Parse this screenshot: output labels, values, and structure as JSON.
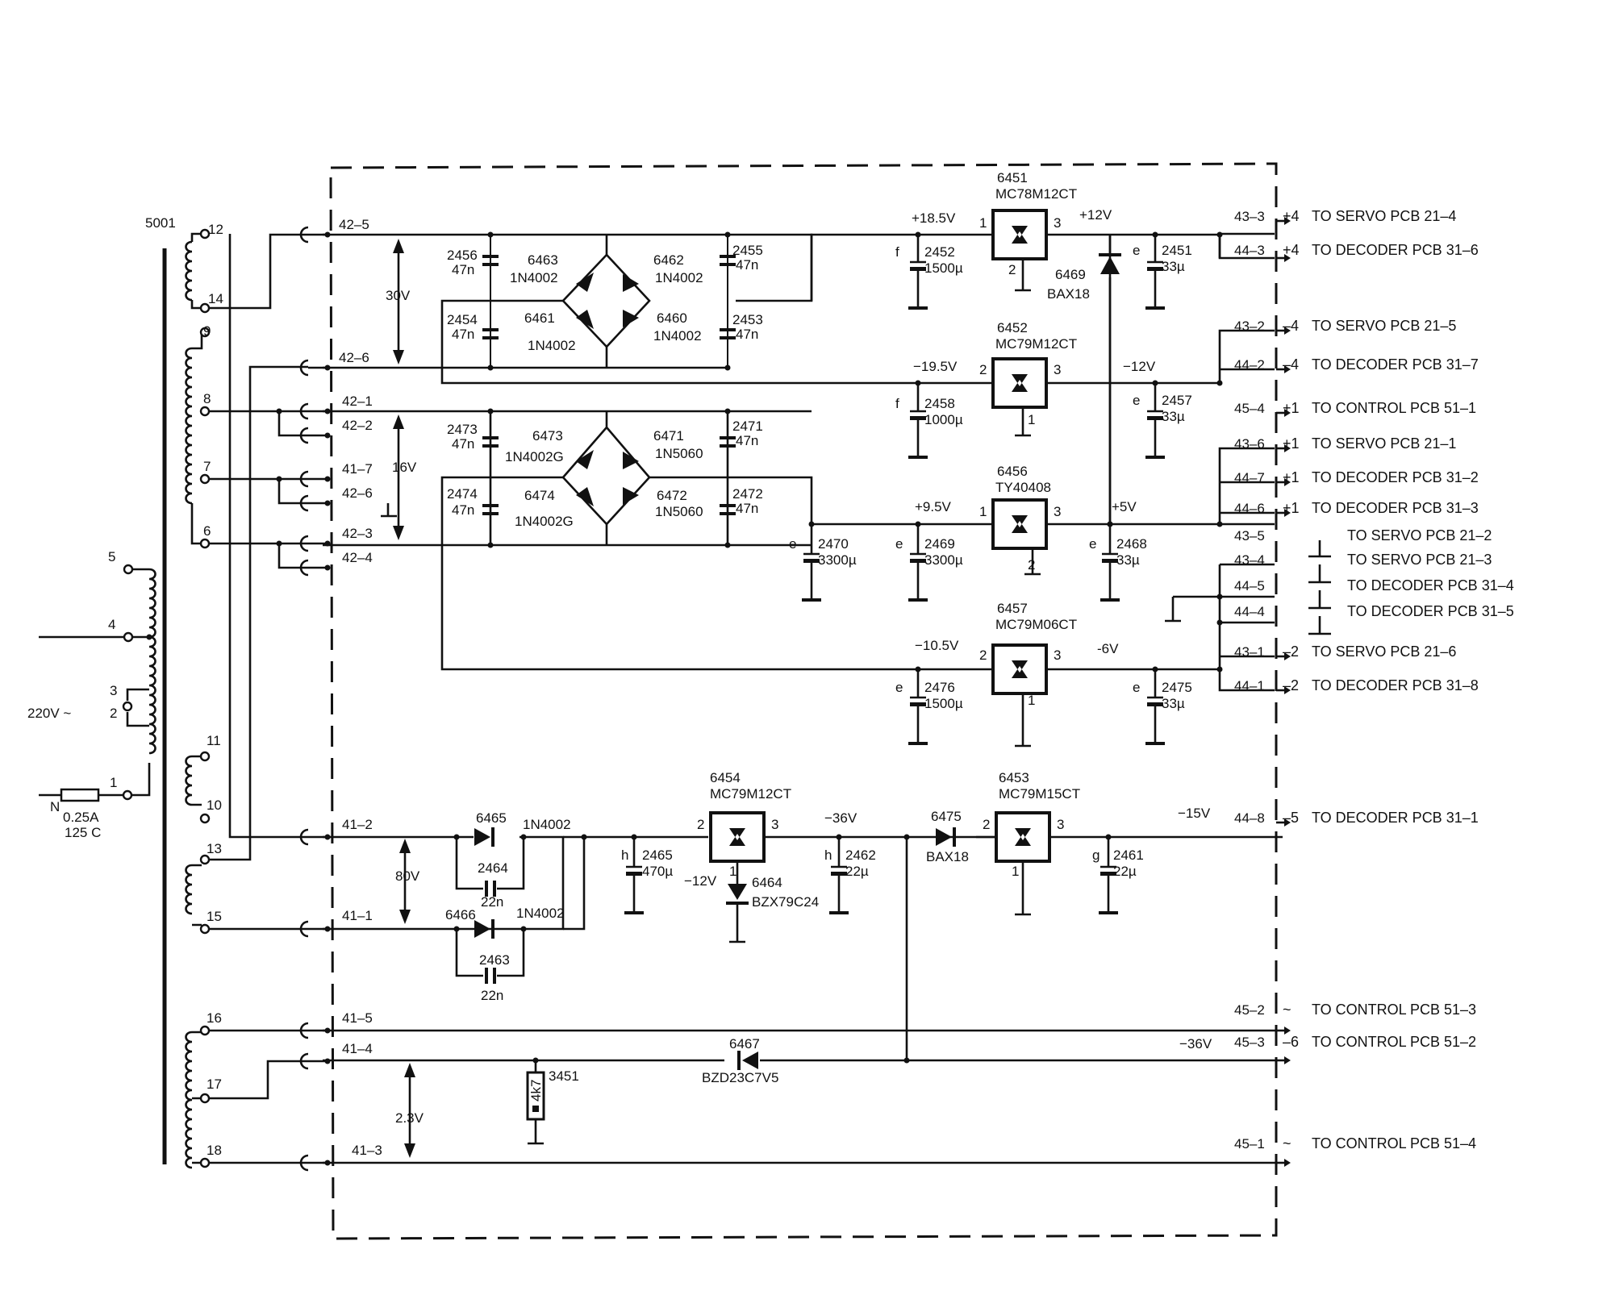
{
  "transformer": {
    "ref": "5001",
    "mains": "220V ~",
    "fuse": "0.25A",
    "fuse_type": "125  C",
    "neutral": "N",
    "primary_pins": [
      "5",
      "4",
      "3",
      "2",
      "1"
    ],
    "secondary_pins": [
      "12",
      "14",
      "9",
      "8",
      "7",
      "6",
      "11",
      "10",
      "13",
      "15",
      "16",
      "17",
      "18"
    ]
  },
  "connectors_in": [
    "42–5",
    "42–6",
    "42–1",
    "42–2",
    "41–7",
    "42–6",
    "42–3",
    "42–4",
    "41–2",
    "41–1",
    "41–5",
    "41–4",
    "41–3"
  ],
  "voltages": {
    "ac30": "30V",
    "ac16": "16V",
    "ac80": "80V",
    "ac2_3": "2.3V"
  },
  "bridge1": {
    "caps": [
      {
        "ref": "2456",
        "val": "47n"
      },
      {
        "ref": "2455",
        "val": "47n"
      },
      {
        "ref": "2454",
        "val": "47n"
      },
      {
        "ref": "2453",
        "val": "47n"
      }
    ],
    "diodes": [
      {
        "ref": "6463",
        "type": "1N4002"
      },
      {
        "ref": "6462",
        "type": "1N4002"
      },
      {
        "ref": "6461",
        "type": "1N4002"
      },
      {
        "ref": "6460",
        "type": "1N4002"
      }
    ]
  },
  "bridge2": {
    "caps": [
      {
        "ref": "2473",
        "val": "47n"
      },
      {
        "ref": "2471",
        "val": "47n"
      },
      {
        "ref": "2474",
        "val": "47n"
      },
      {
        "ref": "2472",
        "val": "47n"
      }
    ],
    "diodes": [
      {
        "ref": "6473",
        "type": "1N4002G"
      },
      {
        "ref": "6471",
        "type": "1N5060"
      },
      {
        "ref": "6474",
        "type": "1N4002G"
      },
      {
        "ref": "6472",
        "type": "1N5060"
      }
    ]
  },
  "regulators": [
    {
      "ref": "6451",
      "type": "MC78M12CT",
      "vin": "+18.5V",
      "vout": "+12V"
    },
    {
      "ref": "6452",
      "type": "MC79M12CT",
      "vin": "−19.5V",
      "vout": "−12V"
    },
    {
      "ref": "6456",
      "type": "TY40408",
      "vin": "+9.5V",
      "vout": "+5V"
    },
    {
      "ref": "6457",
      "type": "MC79M06CT",
      "vin": "−10.5V",
      "vout": "-6V"
    },
    {
      "ref": "6454",
      "type": "MC79M12CT",
      "vin": "",
      "vout": "−36V"
    },
    {
      "ref": "6453",
      "type": "MC79M15CT",
      "vin": "",
      "vout": "−15V"
    }
  ],
  "electrolytics": [
    {
      "ref": "2452",
      "val": "1500µ",
      "mark": "f"
    },
    {
      "ref": "2451",
      "val": "33µ",
      "mark": "e"
    },
    {
      "ref": "2458",
      "val": "1000µ",
      "mark": "f"
    },
    {
      "ref": "2457",
      "val": "33µ",
      "mark": "e"
    },
    {
      "ref": "2470",
      "val": "3300µ",
      "mark": "e"
    },
    {
      "ref": "2469",
      "val": "3300µ",
      "mark": "e"
    },
    {
      "ref": "2468",
      "val": "33µ",
      "mark": "e"
    },
    {
      "ref": "2476",
      "val": "1500µ",
      "mark": "e"
    },
    {
      "ref": "2475",
      "val": "33µ",
      "mark": "e"
    },
    {
      "ref": "2465",
      "val": "470µ",
      "mark": "h"
    },
    {
      "ref": "2462",
      "val": "22µ",
      "mark": "h"
    },
    {
      "ref": "2461",
      "val": "22µ",
      "mark": "g"
    }
  ],
  "misc": {
    "d6469": "6469",
    "d6469_type": "BAX18",
    "d6465": "6465",
    "d6465_type": "1N4002",
    "c2464": "2464",
    "c2464_val": "22n",
    "d6466": "6466",
    "d6466_type": "1N4002",
    "c2463": "2463",
    "c2463_val": "22n",
    "d6464": "6464",
    "d6464_type": "BZX79C24",
    "v_minus12": "−12V",
    "d6475": "6475",
    "d6475_type": "BAX18",
    "d6467": "6467",
    "d6467_type": "BZD23C7V5",
    "r3451": "3451",
    "r3451_val": "4k7",
    "v_minus36": "−36V"
  },
  "outputs": [
    {
      "conn": "43–3",
      "pin": "+4",
      "dest": "TO  SERVO  PCB  21–4"
    },
    {
      "conn": "44–3",
      "pin": "+4",
      "dest": "TO  DECODER  PCB  31–6"
    },
    {
      "conn": "43–2",
      "pin": "–4",
      "dest": "TO  SERVO  PCB  21–5"
    },
    {
      "conn": "44–2",
      "pin": "–4",
      "dest": "TO  DECODER  PCB  31–7"
    },
    {
      "conn": "45–4",
      "pin": "+1",
      "dest": "TO  CONTROL  PCB  51–1"
    },
    {
      "conn": "43–6",
      "pin": "+1",
      "dest": "TO  SERVO  PCB  21–1"
    },
    {
      "conn": "44–7",
      "pin": "+1",
      "dest": "TO  DECODER  PCB  31–2"
    },
    {
      "conn": "44–6",
      "pin": "+1",
      "dest": "TO  DECODER  PCB  31–3"
    },
    {
      "conn": "43–5",
      "pin": "⊥",
      "dest": "TO  SERVO  PCB  21–2"
    },
    {
      "conn": "43–4",
      "pin": "⊥",
      "dest": "TO  SERVO  PCB  21–3"
    },
    {
      "conn": "44–5",
      "pin": "⊥",
      "dest": "TO  DECODER  PCB  31–4"
    },
    {
      "conn": "44–4",
      "pin": "⊥",
      "dest": "TO  DECODER  PCB  31–5"
    },
    {
      "conn": "43–1",
      "pin": "–2",
      "dest": "TO  SERVO  PCB  21–6"
    },
    {
      "conn": "44–1",
      "pin": "–2",
      "dest": "TO  DECODER  PCB  31–8"
    },
    {
      "conn": "44–8",
      "pin": "–5",
      "dest": "TO  DECODER  PCB  31–1"
    },
    {
      "conn": "45–2",
      "pin": "~",
      "dest": "TO  CONTROL  PCB  51–3"
    },
    {
      "conn": "45–3",
      "pin": "–6",
      "dest": "TO  CONTROL  PCB  51–2"
    },
    {
      "conn": "45–1",
      "pin": "~",
      "dest": "TO  CONTROL  PCB  51–4"
    }
  ]
}
